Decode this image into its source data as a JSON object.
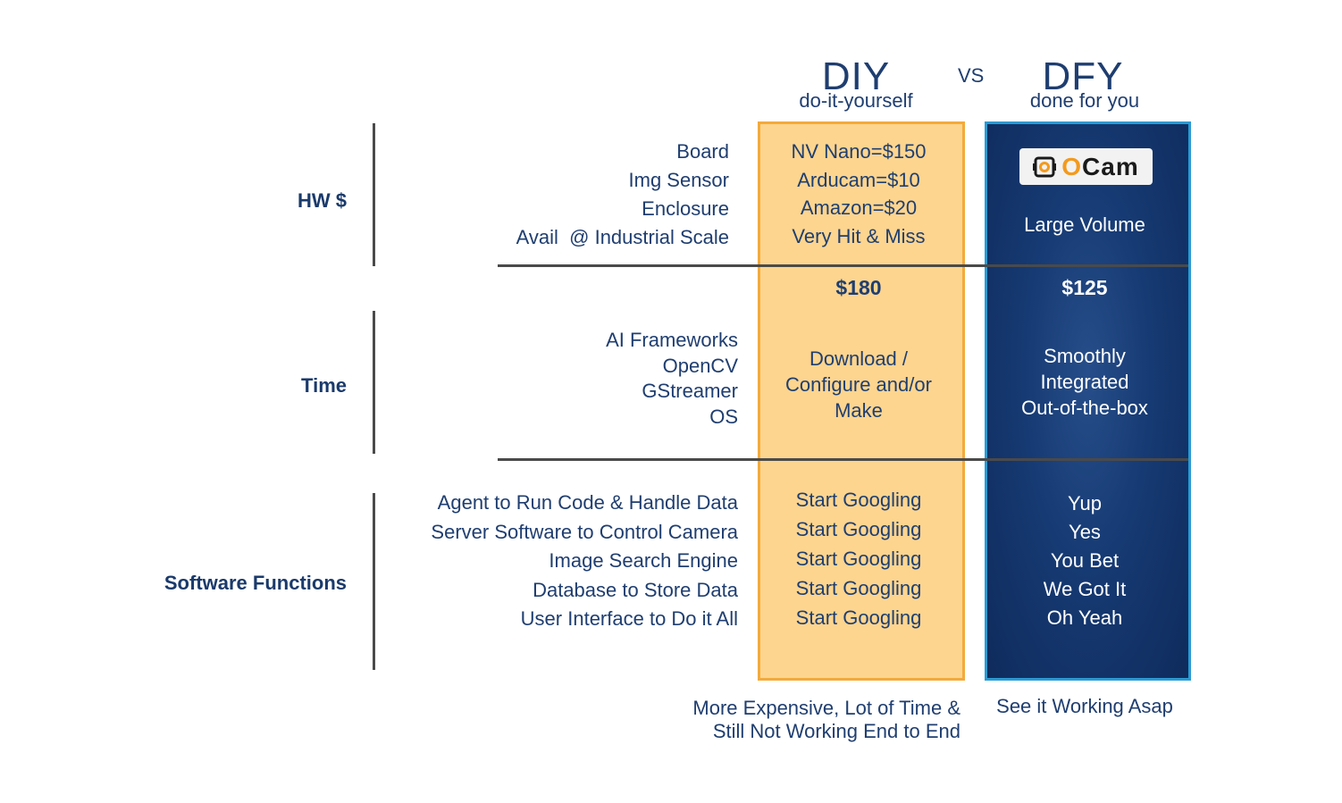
{
  "header": {
    "diy_title": "DIY",
    "diy_sub": "do-it-yourself",
    "vs": "VS",
    "dfy_title": "DFY",
    "dfy_sub": "done for you"
  },
  "sections": {
    "hw": {
      "label": "HW $",
      "items": [
        "Board",
        "Img Sensor",
        "Enclosure",
        "Avail  @ Industrial Scale"
      ],
      "diy": [
        "NV Nano=$150",
        "Arducam=$10",
        "Amazon=$20",
        "Very Hit & Miss"
      ],
      "dfy_logo": "OCam",
      "dfy": "Large Volume",
      "diy_total": "$180",
      "dfy_total": "$125"
    },
    "time": {
      "label": "Time",
      "items": [
        "AI Frameworks",
        "OpenCV",
        "GStreamer",
        "OS"
      ],
      "diy": [
        "Download /",
        "Configure and/or",
        "Make"
      ],
      "dfy": [
        "Smoothly",
        "Integrated",
        "Out-of-the-box"
      ]
    },
    "software": {
      "label": "Software Functions",
      "items": [
        "Agent to Run Code & Handle Data",
        "Server Software to Control Camera",
        "Image Search Engine",
        "Database to Store Data",
        "User Interface to Do it All"
      ],
      "diy": [
        "Start Googling",
        "Start Googling",
        "Start Googling",
        "Start Googling",
        "Start Googling"
      ],
      "dfy": [
        "Yup",
        "Yes",
        "You Bet",
        "We Got It",
        "Oh Yeah"
      ]
    }
  },
  "footer": {
    "diy": [
      "More Expensive, Lot of Time &",
      "Still Not Working End to End"
    ],
    "dfy": "See it Working Asap"
  },
  "colors": {
    "diy_fill": "#fdd58f",
    "diy_border": "#f3aa3c",
    "dfy_fill": "#163a73",
    "dfy_border": "#2a9ad4",
    "text": "#1f3e70",
    "logo_accent": "#f39a1e"
  }
}
